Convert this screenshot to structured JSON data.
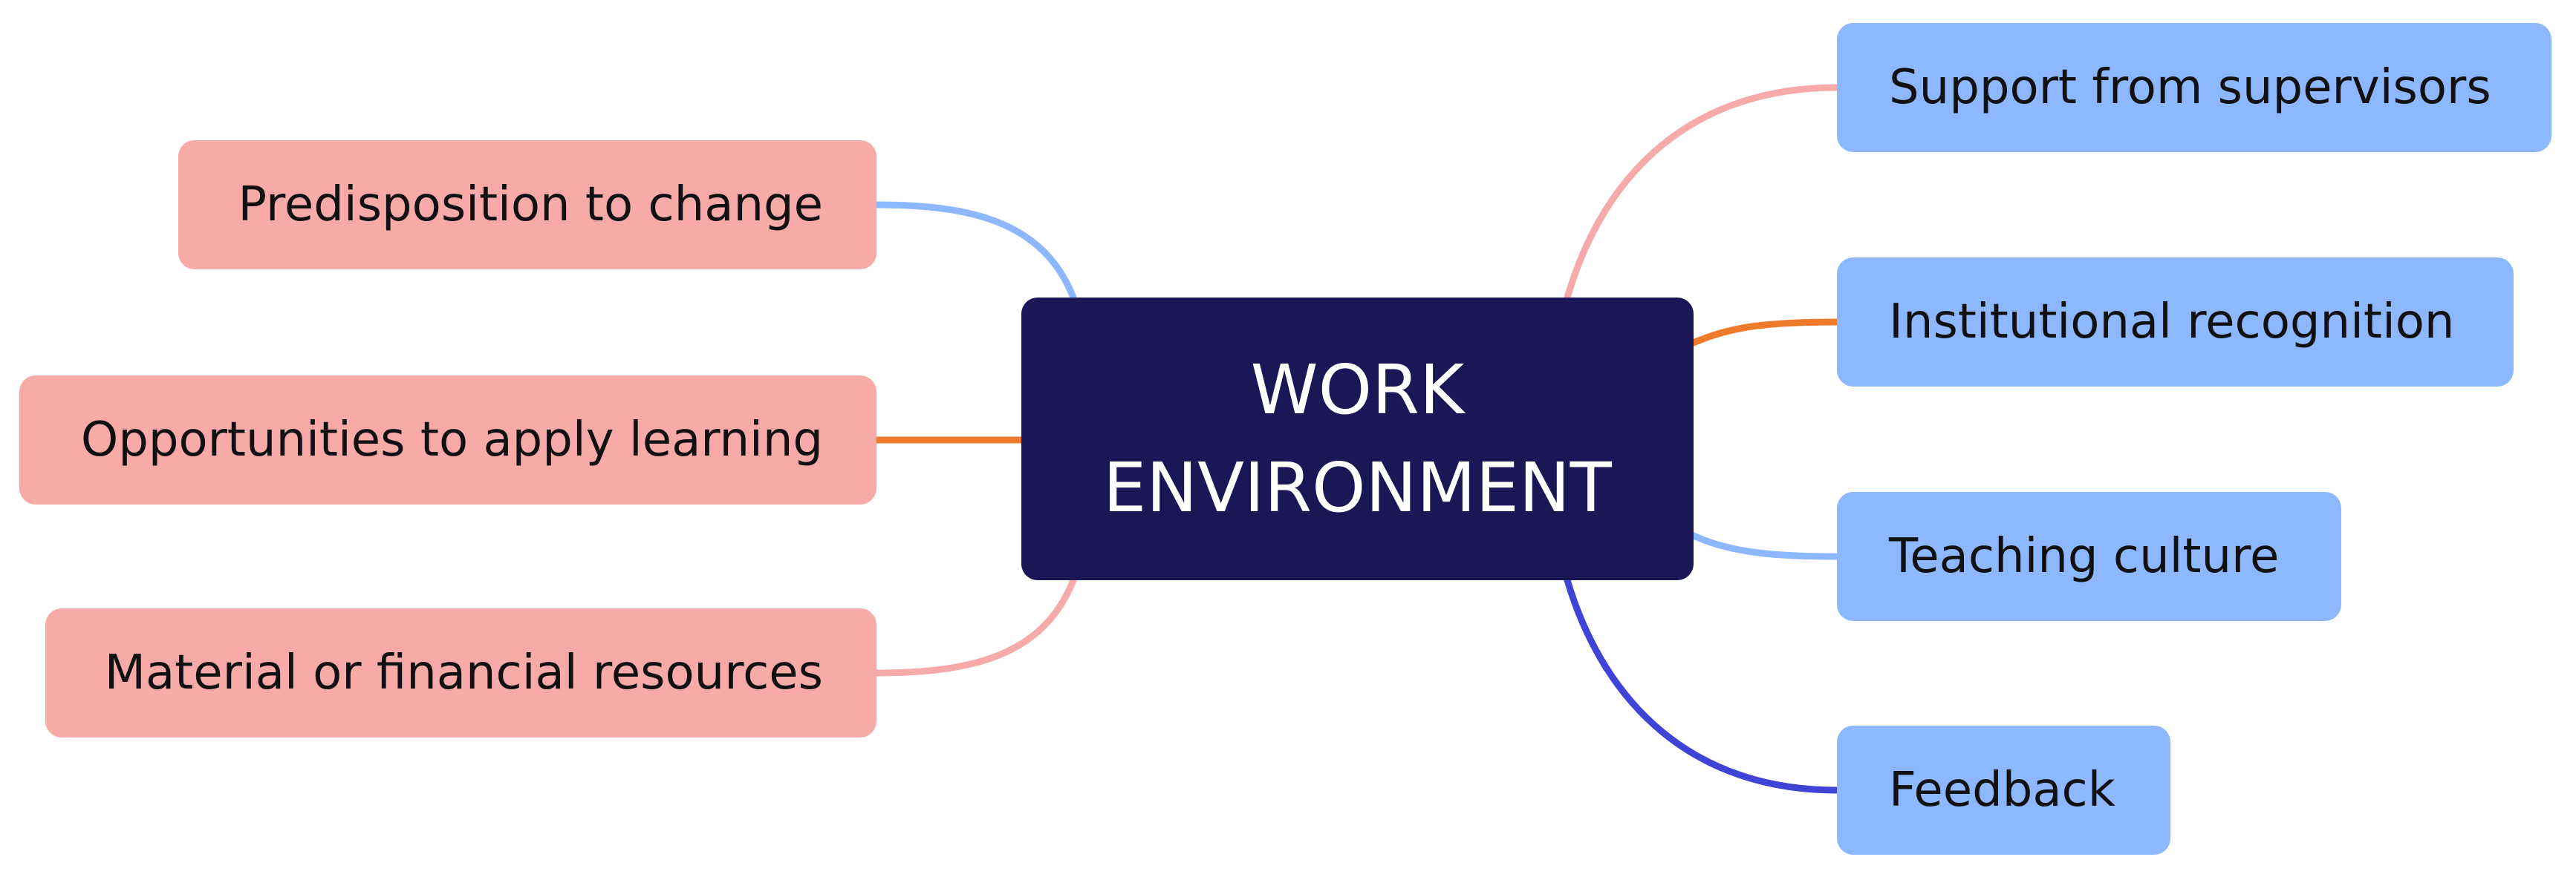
{
  "center": {
    "line1": "WORK",
    "line2": "ENVIRONMENT",
    "color": "#1b1757"
  },
  "left_branches": [
    {
      "label": "Predisposition to change",
      "connector_color": "#8db7ff"
    },
    {
      "label": "Opportunities to apply learning",
      "connector_color": "#f07a2c"
    },
    {
      "label": "Material or financial resources",
      "connector_color": "#f6aaaa"
    }
  ],
  "right_branches": [
    {
      "label": "Support from supervisors",
      "connector_color": "#f6aaaa"
    },
    {
      "label": "Institutional recognition",
      "connector_color": "#f07a2c"
    },
    {
      "label": "Teaching culture",
      "connector_color": "#8db7ff"
    },
    {
      "label": "Feedback",
      "connector_color": "#3f43d6"
    }
  ],
  "colors": {
    "left_fill": "#f8aaa8",
    "right_fill": "#8db8ff"
  }
}
